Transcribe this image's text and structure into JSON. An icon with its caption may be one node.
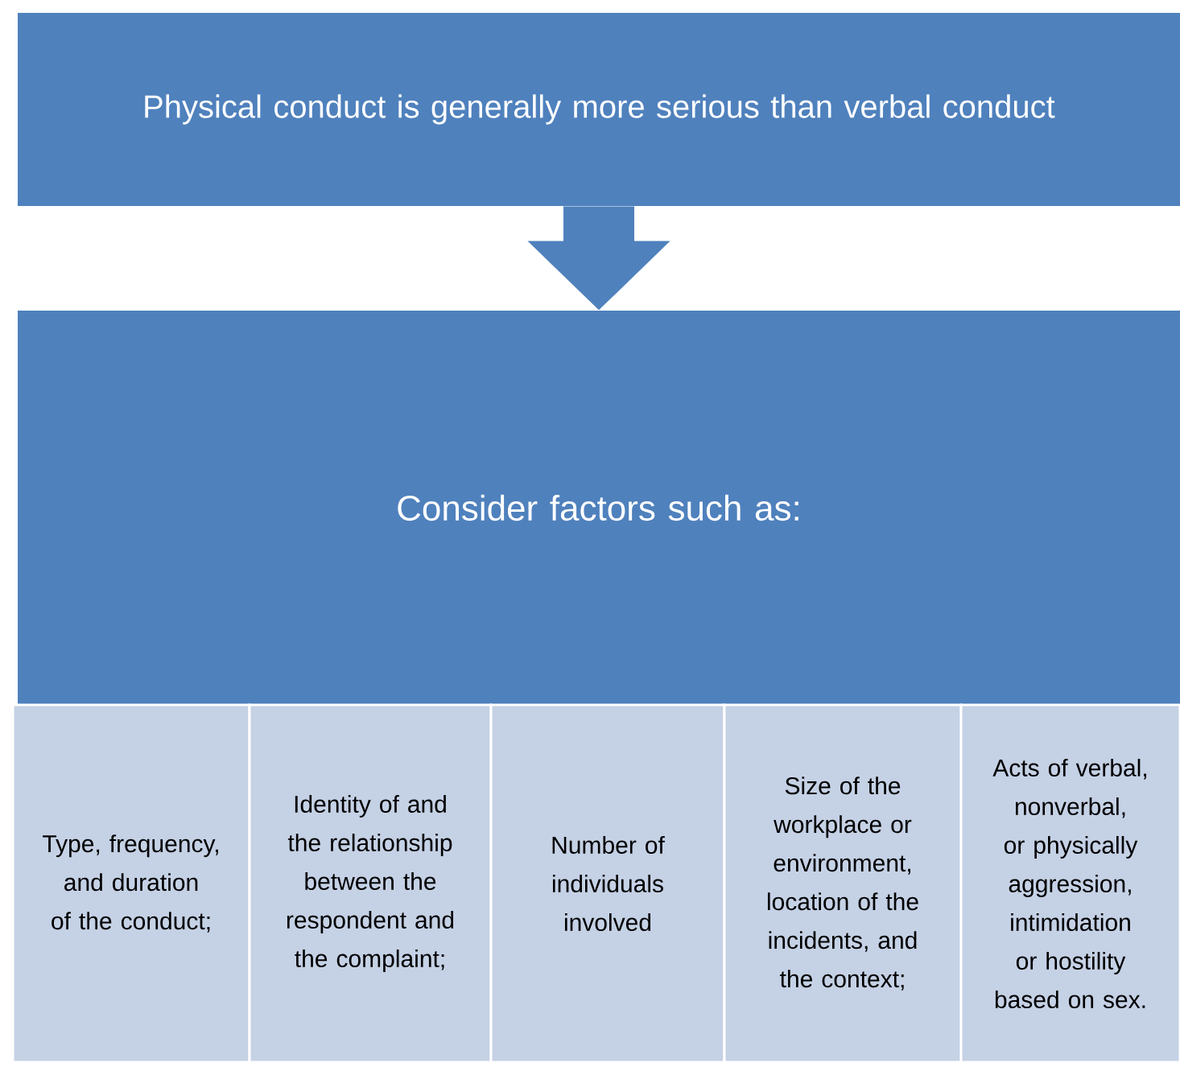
{
  "diagram": {
    "nodes": [
      {
        "text": [
          "Physical conduct is generally more serious than verbal conduct"
        ]
      },
      {
        "text": [
          "Consider factors such as:"
        ]
      },
      {
        "text": [
          "Type, frequency, and duration of the conduct;"
        ]
      },
      {
        "text": [
          "Identity of and the relationship between the respondent and the complaint;"
        ]
      },
      {
        "text": [
          "Number of individuals involved"
        ]
      },
      {
        "text": [
          "Size of the workplace or environment, location of the incidents, and the context;"
        ]
      },
      {
        "text": [
          "Acts of verbal, nonverbal, or physically aggression, intimidation or hostility based on sex."
        ]
      }
    ],
    "edges": [
      {
        "from": 0,
        "to": 1,
        "arrow": "to"
      }
    ]
  }
}
